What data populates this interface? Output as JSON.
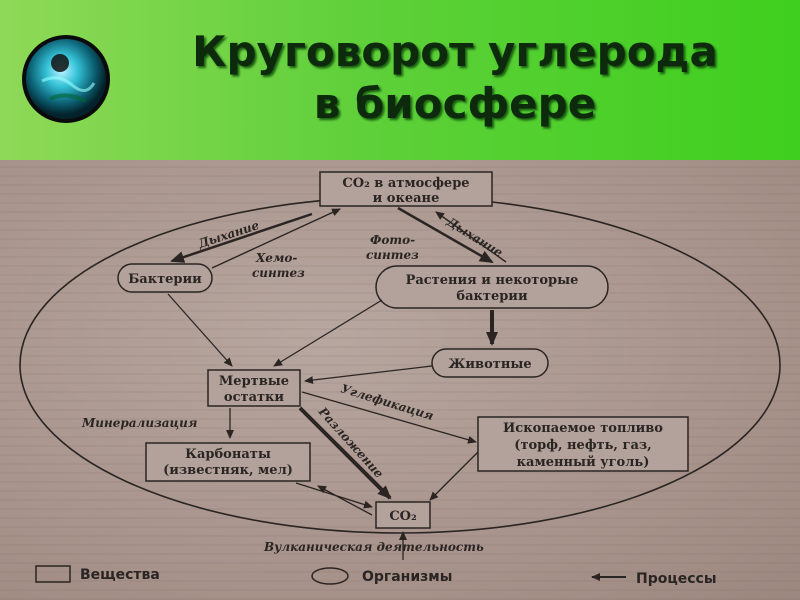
{
  "title": {
    "line1": "Круговорот углерода",
    "line2": "в биосфере"
  },
  "icons": {
    "logo": "globe-sphere-icon"
  },
  "colors": {
    "header_green": "#3fcf1e",
    "title_text": "#0d2a0d",
    "paper": "#a8968f",
    "ink": "#2a2523"
  },
  "nodes": {
    "co2_atmosphere": [
      "CO₂ в атмосфере",
      "и океане"
    ],
    "bacteria": "Бактерии",
    "plants": [
      "Растения и некоторые",
      "бактерии"
    ],
    "animals": "Животные",
    "dead_remains": [
      "Мертвые",
      "остатки"
    ],
    "carbonates": [
      "Карбонаты",
      "(известняк, мел)"
    ],
    "fossil_fuel": [
      "Ископаемое топливо",
      "(торф, нефть, газ,",
      "каменный уголь)"
    ],
    "co2_bottom": "CO₂"
  },
  "processes": {
    "respiration_left": "Дыхание",
    "respiration_right": "Дыхание",
    "chemosynthesis": [
      "Хемо-",
      "синтез"
    ],
    "photosynthesis": [
      "Фото-",
      "синтез"
    ],
    "mineralization": "Минерализация",
    "coalification": "Углефикация",
    "decomposition": "Разложение",
    "volcanic": "Вулканическая деятельность"
  },
  "legend": {
    "substances": "Вещества",
    "organisms": "Организмы",
    "processes": "Процессы"
  }
}
